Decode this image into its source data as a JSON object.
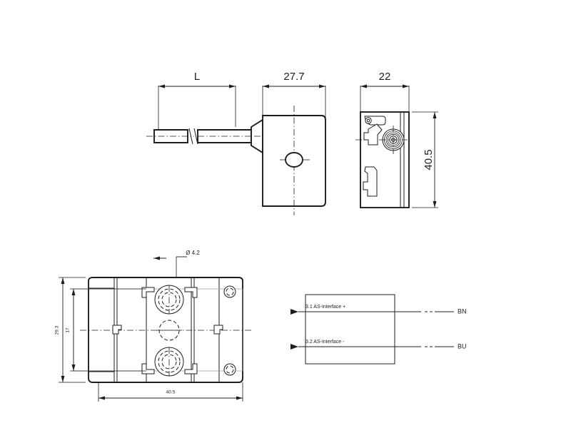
{
  "drawing": {
    "title": "AS-Interface module dimensional drawing",
    "background_color": "#ffffff",
    "line_color": "#1d1d1d",
    "views": {
      "top_left": {
        "name": "cable-side-view",
        "dimension_label": "L"
      },
      "top_center": {
        "name": "front-view",
        "width_label": "27.7"
      },
      "top_right": {
        "name": "side-view",
        "width_label": "22",
        "height_label": "40.5"
      },
      "bottom_left": {
        "name": "plan-view",
        "hole_label": "Ø 4.2",
        "width_label": "40.5",
        "height_outer_label": "29.3",
        "height_inner_label": "17"
      },
      "bottom_right": {
        "name": "wiring-diagram",
        "connections": [
          {
            "terminal": "3.1 AS-Interface +",
            "wire_color_code": "BN"
          },
          {
            "terminal": "3.2 AS-Interface -",
            "wire_color_code": "BU"
          }
        ]
      }
    }
  }
}
